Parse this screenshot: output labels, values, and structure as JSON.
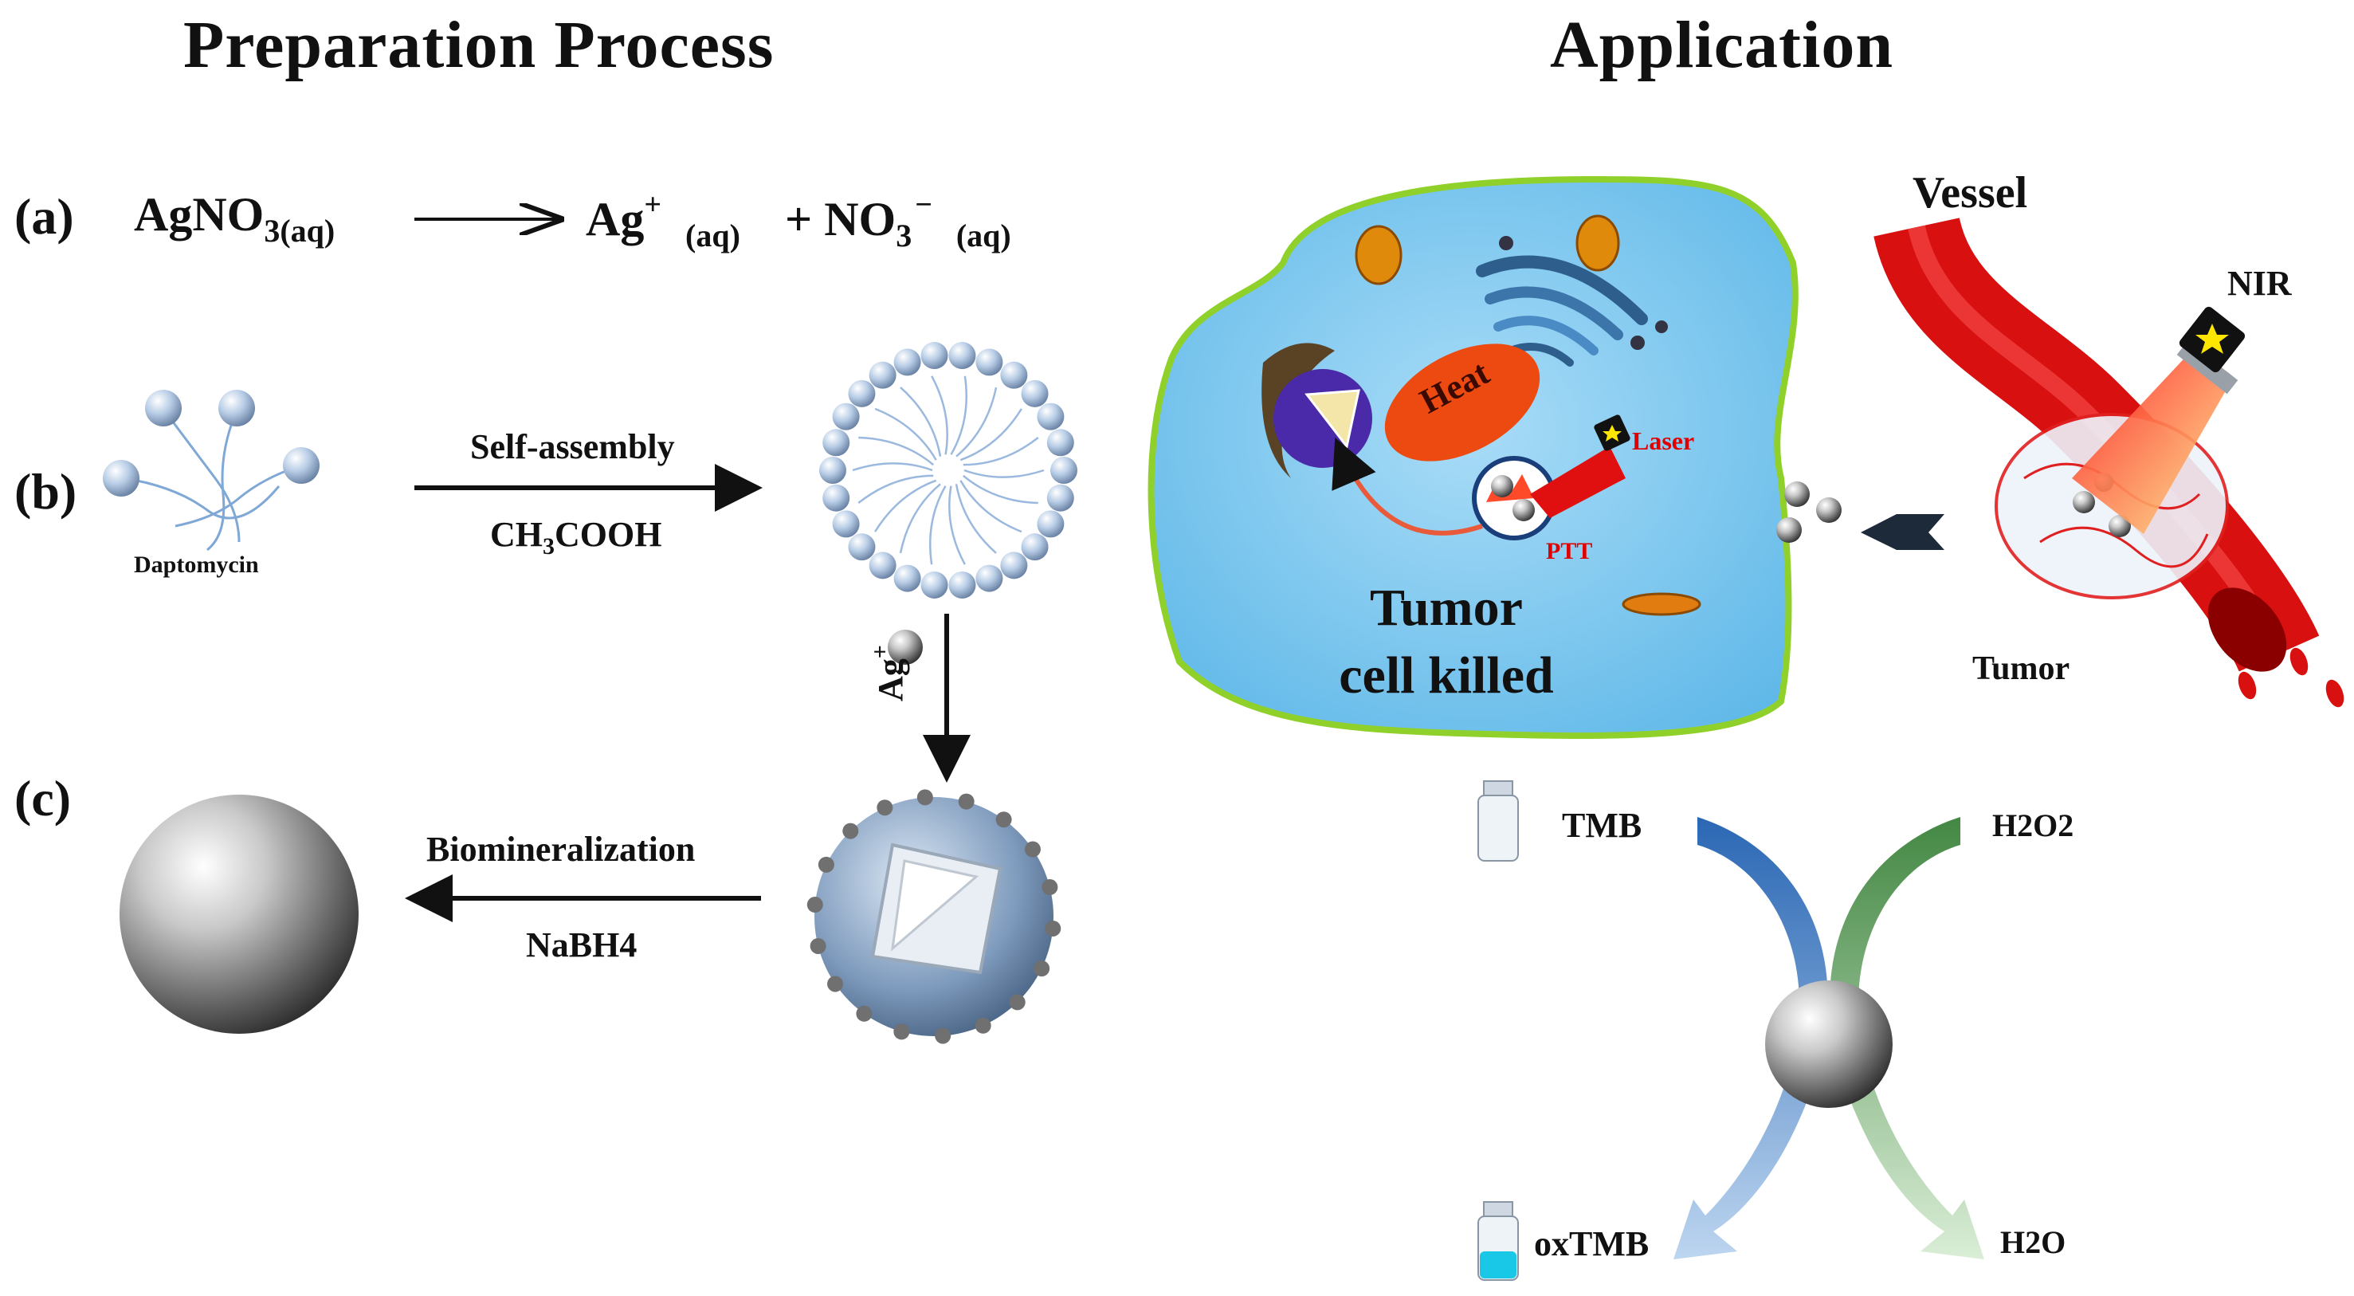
{
  "titles": {
    "left": "Preparation Process",
    "right": "Application"
  },
  "steps": {
    "a": {
      "label": "(a)",
      "reactant": "AgNO",
      "reactant_sub": "3(aq)",
      "product1": "Ag",
      "product1_sup": "+",
      "product1_sub": "(aq)",
      "plus": "+ NO",
      "product2_sub": "3",
      "product2_sup": "−",
      "product2_state": "(aq)"
    },
    "b": {
      "label": "(b)",
      "molecule": "Daptomycin",
      "arrow_top": "Self-assembly",
      "arrow_bottom_a": "CH",
      "arrow_bottom_sub": "3",
      "arrow_bottom_b": "COOH",
      "ion": "Ag",
      "ion_sup": "+"
    },
    "c": {
      "label": "(c)",
      "arrow_top": "Biomineralization",
      "arrow_bottom": "NaBH4"
    }
  },
  "application": {
    "heat": "Heat",
    "laser": "Laser",
    "ptt": "PTT",
    "killed_line1": "Tumor",
    "killed_line2": "cell killed",
    "vessel": "Vessel",
    "nir": "NIR",
    "tumor": "Tumor"
  },
  "catalysis": {
    "tmb": "TMB",
    "h2o2": "H2O2",
    "oxtmb": "oxTMB",
    "h2o": "H2O"
  },
  "colors": {
    "cell_fill": "#7ec8ee",
    "cell_border": "#8fd12a",
    "vessel": "#e01010",
    "blue_arrow": "#2f6db3",
    "green_arrow": "#3f8a3a",
    "sphere": "#8a8a8a",
    "text_red": "#e00000"
  }
}
